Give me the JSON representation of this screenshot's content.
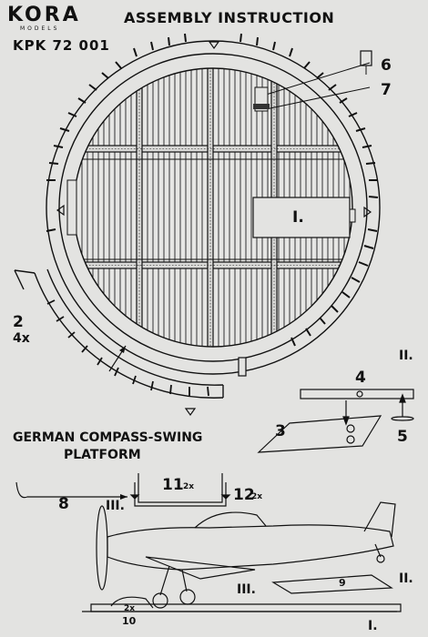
{
  "header": {
    "brand": "KORA",
    "brand_sub": "MODELS",
    "product_code": "KPK 72 001",
    "title": "ASSEMBLY INSTRUCTION"
  },
  "subject": {
    "line1": "GERMAN COMPASS-SWING",
    "line2": "PLATFORM"
  },
  "parts": {
    "p1": "I.",
    "p2": "2",
    "p2_qty": "4x",
    "p3": "3",
    "p4": "4",
    "p5": "5",
    "p6": "6",
    "p7": "7",
    "p8": "8",
    "p9": "9",
    "p10": "10",
    "p10_qty": "2x",
    "p11": "11",
    "p11_qty": "2x",
    "p12": "12",
    "p12_qty": "2x"
  },
  "steps": {
    "step_I": "I.",
    "step_II_top": "II.",
    "step_II_bottom": "II.",
    "step_III_a": "III.",
    "step_III_b": "III."
  },
  "colors": {
    "paper": "#e3e3e1",
    "ink": "#111111"
  }
}
